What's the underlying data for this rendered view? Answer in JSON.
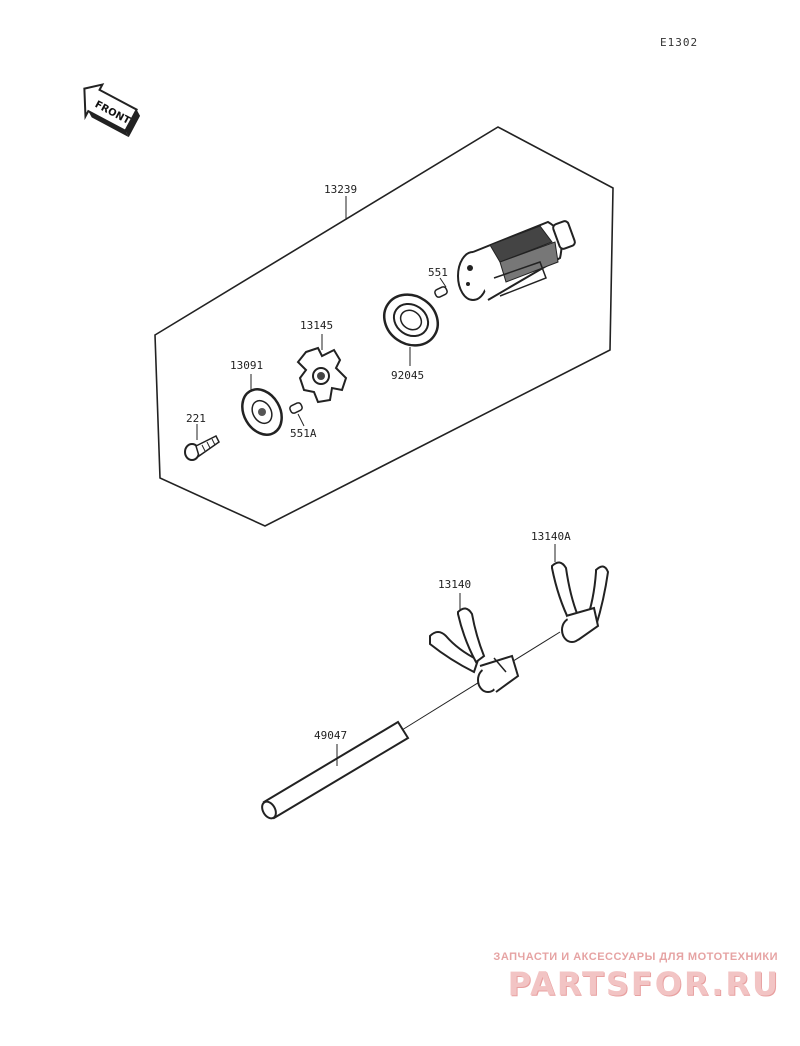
{
  "diagram_ref": "E1302",
  "front_label": "FRONT",
  "parts": {
    "p13239": "13239",
    "p551": "551",
    "p13145": "13145",
    "p92045": "92045",
    "p13091": "13091",
    "p221": "221",
    "p551A": "551A",
    "p13140A": "13140A",
    "p13140": "13140",
    "p49047": "49047"
  },
  "watermark": {
    "tagline": "ЗАПЧАСТИ И АКСЕССУАРЫ ДЛЯ МОТОТЕХНИКИ",
    "brand": "PARTSFOR.RU"
  },
  "colors": {
    "line": "#222222",
    "watermark": "#f2c4c4"
  }
}
